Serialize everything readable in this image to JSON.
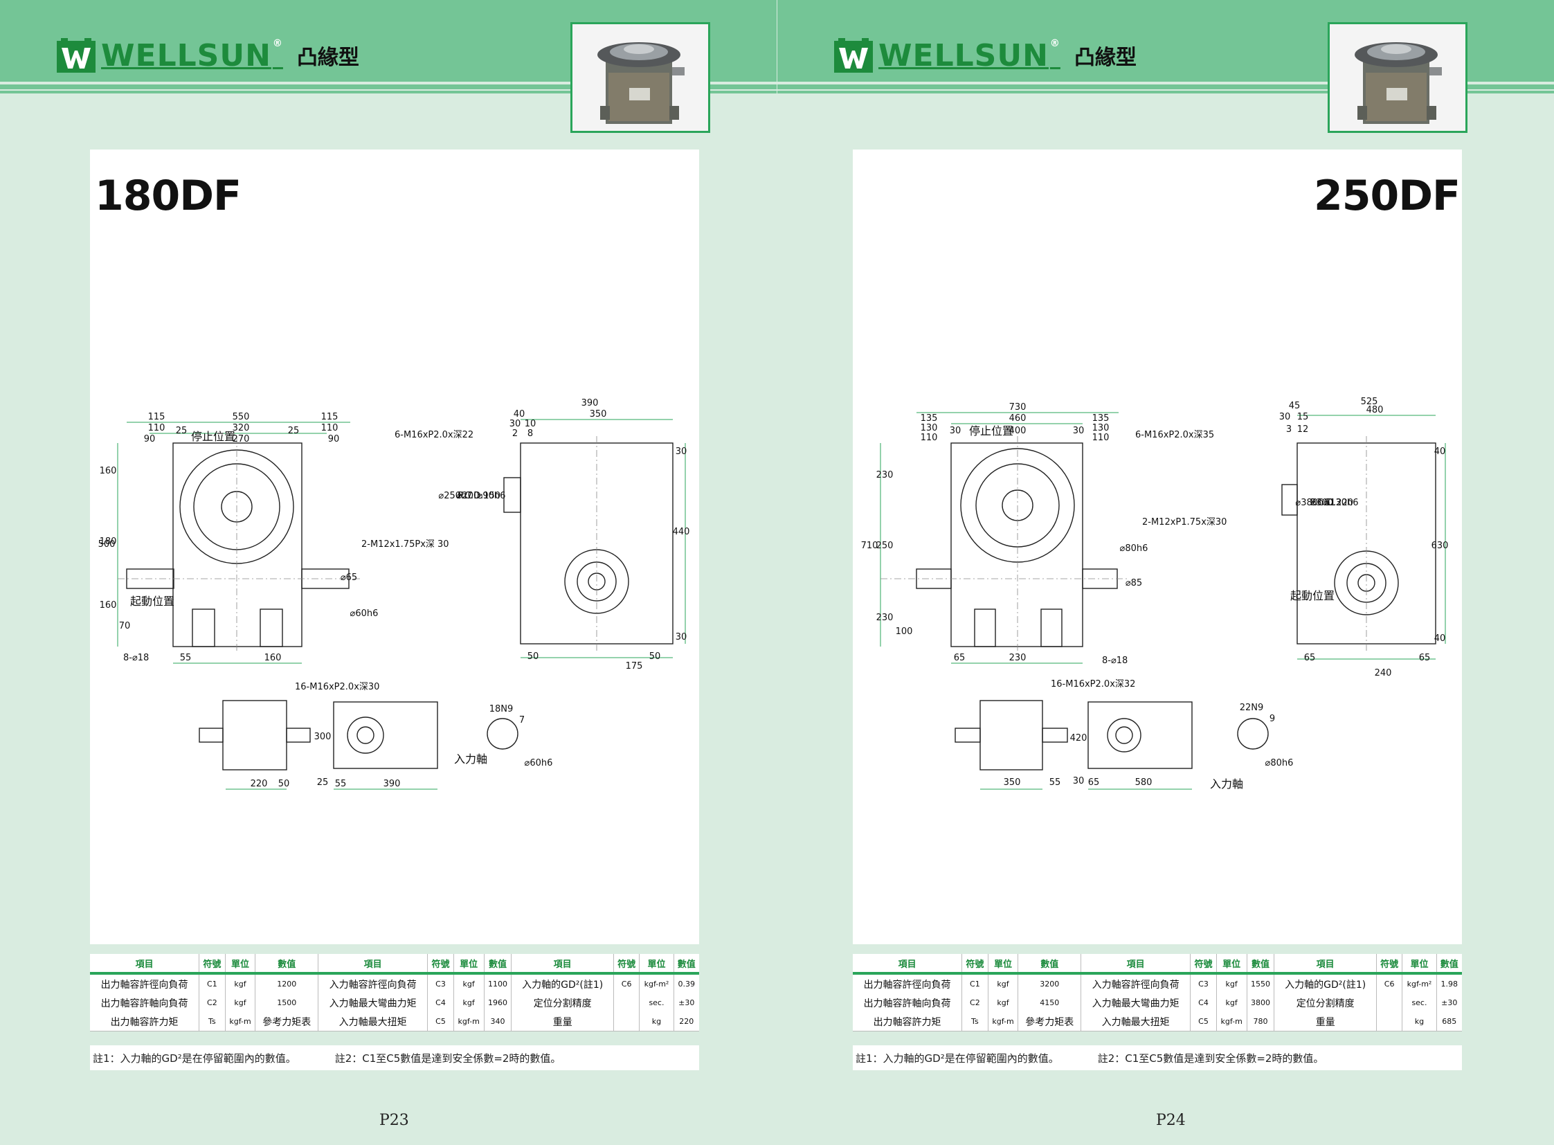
{
  "colors": {
    "band": "#74c596",
    "background": "#d9ece0",
    "accent": "#1d8b3c",
    "frame": "#2aa55a"
  },
  "brand": {
    "name": "WELLSUN",
    "registered": "®",
    "series": "凸緣型",
    "logo_icon": "wellsun-w-logo-icon",
    "photo": "indexer-photo-image"
  },
  "table_headers": [
    "項目",
    "符號",
    "單位",
    "數值",
    "項目",
    "符號",
    "單位",
    "數值",
    "項目",
    "符號",
    "單位",
    "數值"
  ],
  "notes": [
    "註1：入力軸的GD²是在停留範圍內的數值。",
    "註2：C1至C5數值是達到安全係數=2時的數值。"
  ],
  "pages": [
    {
      "model": "180DF",
      "page_number": "P23",
      "rows": [
        [
          "出力軸容許徑向負荷",
          "C1",
          "kgf",
          "1200",
          "入力軸容許徑向負荷",
          "C3",
          "kgf",
          "1100",
          "入力軸的GD²(註1)",
          "C6",
          "kgf-m²",
          "0.39"
        ],
        [
          "出力軸容許軸向負荷",
          "C2",
          "kgf",
          "1500",
          "入力軸最大彎曲力矩",
          "C4",
          "kgf",
          "1960",
          "定位分割精度",
          "",
          "sec.",
          "±30"
        ],
        [
          "出力軸容許力矩",
          "Ts",
          "kgf-m",
          "參考力矩表",
          "入力軸最大扭矩",
          "C5",
          "kgf-m",
          "340",
          "重量",
          "",
          "kg",
          "220"
        ]
      ],
      "drawing": {
        "top_dims": [
          "550",
          "320",
          "270",
          "115",
          "110",
          "90",
          "25",
          "115",
          "110",
          "90",
          "25"
        ],
        "stop": "停止位置",
        "start": "起動位置",
        "input_shaft": "入力軸",
        "callouts": [
          "6-M16xP2.0x深22",
          "2-M12x1.75Px深 30",
          "16-M16xP2.0x深30",
          "8-⌀18"
        ],
        "left_dims": [
          "500",
          "160",
          "180",
          "160",
          "70"
        ],
        "dia": [
          "⌀65",
          "⌀60h6",
          "⌀250h7",
          "⌀200",
          "P.C.D.150",
          "⌀90h6"
        ],
        "bottom_dims": [
          "55",
          "160",
          "50",
          "175",
          "50"
        ],
        "side_top": [
          "390",
          "350",
          "40",
          "30",
          "10",
          "2",
          "8"
        ],
        "side_right": [
          "30",
          "440",
          "30"
        ],
        "small_dims": [
          "220",
          "50",
          "300",
          "25",
          "55",
          "390"
        ],
        "key": [
          "18N9",
          "7",
          "⌀60h6"
        ]
      }
    },
    {
      "model": "250DF",
      "page_number": "P24",
      "rows": [
        [
          "出力軸容許徑向負荷",
          "C1",
          "kgf",
          "3200",
          "入力軸容許徑向負荷",
          "C3",
          "kgf",
          "1550",
          "入力軸的GD²(註1)",
          "C6",
          "kgf-m²",
          "1.98"
        ],
        [
          "出力軸容許軸向負荷",
          "C2",
          "kgf",
          "4150",
          "入力軸最大彎曲力矩",
          "C4",
          "kgf",
          "3800",
          "定位分割精度",
          "",
          "sec.",
          "±30"
        ],
        [
          "出力軸容許力矩",
          "Ts",
          "kgf-m",
          "參考力矩表",
          "入力軸最大扭矩",
          "C5",
          "kgf-m",
          "780",
          "重量",
          "",
          "kg",
          "685"
        ]
      ],
      "drawing": {
        "top_dims": [
          "730",
          "460",
          "400",
          "135",
          "130",
          "110",
          "30",
          "135",
          "130",
          "110",
          "30"
        ],
        "stop": "停止位置",
        "start": "起動位置",
        "input_shaft": "入力軸",
        "callouts": [
          "6-M16xP2.0x深35",
          "2-M12xP1.75x深30",
          "16-M16xP2.0x深32",
          "8-⌀18"
        ],
        "left_dims": [
          "710",
          "230",
          "250",
          "230",
          "100"
        ],
        "dia": [
          "⌀85",
          "⌀80h6",
          "⌀380h6",
          "⌀300",
          "P.C.D.220",
          "⌀130h6"
        ],
        "bottom_dims": [
          "65",
          "230",
          "65",
          "240",
          "65"
        ],
        "side_top": [
          "525",
          "480",
          "45",
          "30",
          "15",
          "3",
          "12"
        ],
        "side_right": [
          "40",
          "630",
          "40"
        ],
        "small_dims": [
          "350",
          "55",
          "420",
          "30",
          "65",
          "580"
        ],
        "key": [
          "22N9",
          "9",
          "⌀80h6"
        ]
      }
    }
  ]
}
